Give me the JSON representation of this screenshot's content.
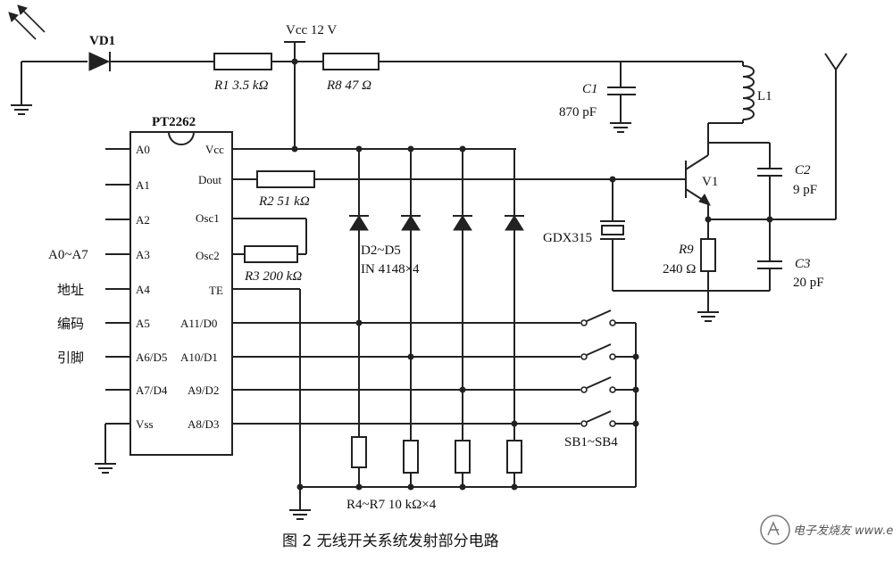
{
  "title": "图 2 无线开关系统发射部分电路",
  "watermark": "电子发烧友 www.elecfans.com",
  "chip": {
    "name": "PT2262",
    "left_pins": [
      "A0",
      "A1",
      "A2",
      "A3",
      "A4",
      "A5",
      "A6/D5",
      "A7/D4",
      "Vss"
    ],
    "right_pins": [
      "Vcc",
      "Dout",
      "Osc1",
      "Osc2",
      "TE",
      "A11/D0",
      "A10/D1",
      "A9/D2",
      "A8/D3"
    ]
  },
  "pin_note": [
    "A0~A7",
    "地址",
    "编码",
    "引脚"
  ],
  "supply": "Vcc 12 V",
  "components": {
    "vd1": "VD1",
    "r1": "R1 3.5 kΩ",
    "r8": "R8 47 Ω",
    "r2": "R2 51 kΩ",
    "r3": "R3 200 kΩ",
    "c1_name": "C1",
    "c1_value": "870 pF",
    "l1": "L1",
    "v1": "V1",
    "c2_name": "C2",
    "c2_value": "9 pF",
    "crystal": "GDX315",
    "r9_name": "R9",
    "r9_value": "240 Ω",
    "c3_name": "C3",
    "c3_value": "20 pF",
    "diodes_name": "D2~D5",
    "diodes_value": "IN 4148×4",
    "switches": "SB1~SB4",
    "r4r7": "R4~R7 10 kΩ×4"
  }
}
